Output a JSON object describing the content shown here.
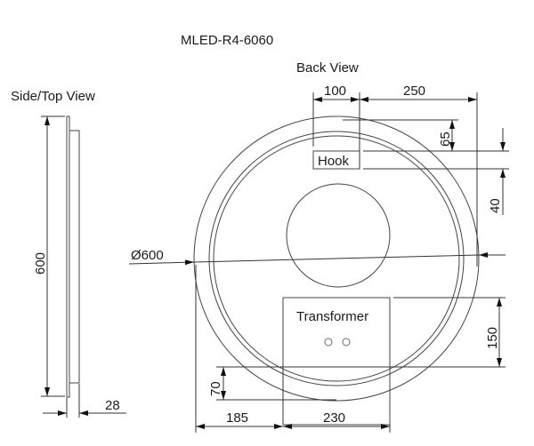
{
  "title": "MLED-R4-6060",
  "views": {
    "side": {
      "label": "Side/Top View",
      "height_dim": "600",
      "depth_dim": "28"
    },
    "back": {
      "label": "Back View",
      "diameter_dim": "Ø600",
      "hook": {
        "label": "Hook",
        "width_dim": "100",
        "offset_right_dim": "250",
        "top_offset_dim": "65",
        "height_dim": "40"
      },
      "transformer": {
        "label": "Transformer",
        "height_dim": "150",
        "width_dim": "230",
        "left_offset_dim": "185",
        "bottom_offset_dim": "70"
      }
    }
  }
}
